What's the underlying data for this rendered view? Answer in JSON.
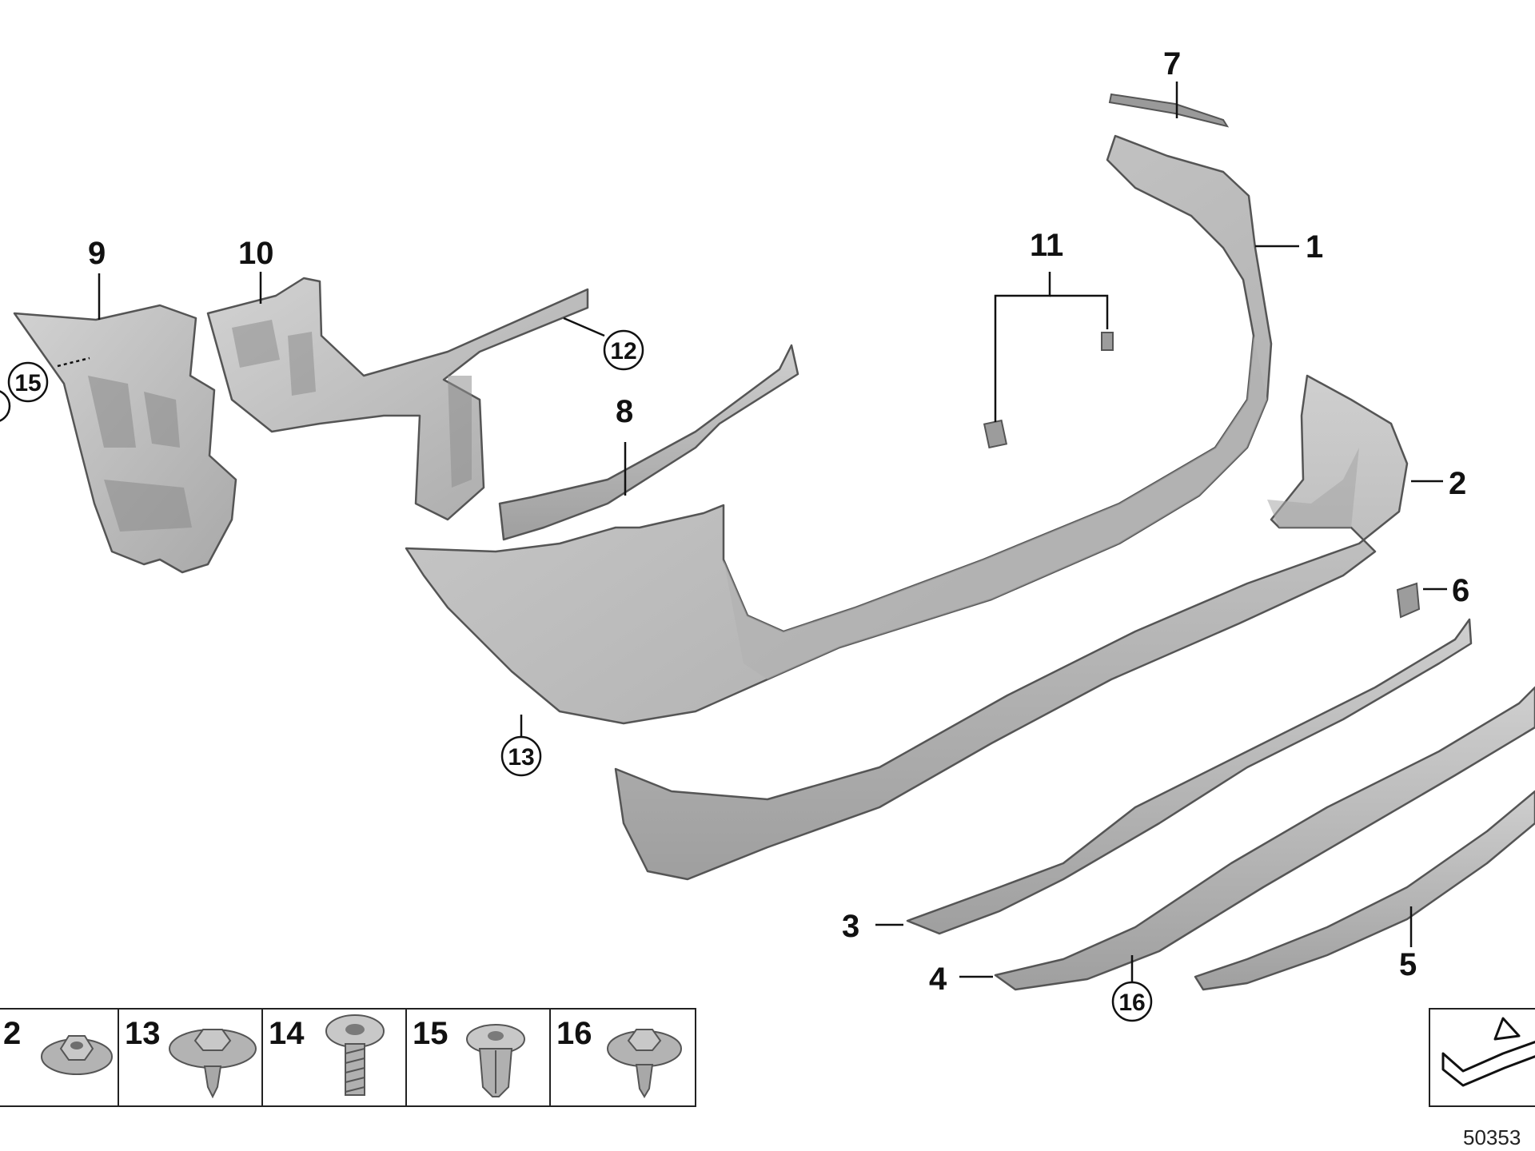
{
  "callouts": [
    {
      "num": "1",
      "style": "plain"
    },
    {
      "num": "2",
      "style": "plain"
    },
    {
      "num": "3",
      "style": "plain"
    },
    {
      "num": "4",
      "style": "plain"
    },
    {
      "num": "5",
      "style": "plain"
    },
    {
      "num": "6",
      "style": "plain"
    },
    {
      "num": "7",
      "style": "plain"
    },
    {
      "num": "8",
      "style": "plain"
    },
    {
      "num": "9",
      "style": "plain"
    },
    {
      "num": "10",
      "style": "plain"
    },
    {
      "num": "11",
      "style": "plain"
    },
    {
      "num": "12",
      "style": "circled"
    },
    {
      "num": "13",
      "style": "circled"
    },
    {
      "num": "15",
      "style": "circled"
    },
    {
      "num": "16",
      "style": "circled"
    }
  ],
  "fastener_table": [
    {
      "num": "2",
      "icon": "nut-icon"
    },
    {
      "num": "13",
      "icon": "expanding-rivet-icon"
    },
    {
      "num": "14",
      "icon": "screw-icon"
    },
    {
      "num": "15",
      "icon": "plug-rivet-icon"
    },
    {
      "num": "16",
      "icon": "collar-screw-icon"
    }
  ],
  "reference_number": "50353",
  "colors": {
    "part_fill": "#c3c3c3",
    "part_shadow": "#a6a6a6",
    "line": "#111111"
  }
}
